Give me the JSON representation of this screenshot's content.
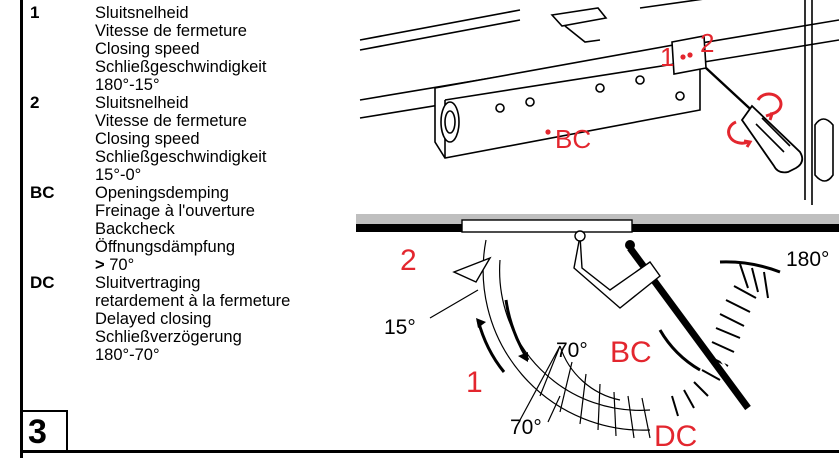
{
  "step_number": "3",
  "legend": [
    {
      "key": "1",
      "lines": [
        "Sluitsnelheid",
        "Vitesse de fermeture",
        "Closing speed",
        "Schließgeschwindigkeit",
        "180°-15°"
      ]
    },
    {
      "key": "2",
      "lines": [
        "Sluitsnelheid",
        "Vitesse de fermeture",
        "Closing speed",
        "Schließgeschwindigkeit",
        "15°-0°"
      ]
    },
    {
      "key": "BC",
      "lines": [
        "Openingsdemping",
        "Freinage à l'ouverture",
        "Backcheck",
        "Öffnungsdämpfung"
      ],
      "threshold_symbol": ">",
      "threshold_value": " 70°"
    },
    {
      "key": "DC",
      "lines": [
        "Sluitvertraging",
        "retardement à la fermeture",
        "Delayed closing",
        "Schließverzögerung",
        "180°-70°"
      ]
    }
  ],
  "top_illustration": {
    "valve_label_1": "1",
    "valve_label_2": "2",
    "valve_label_bc": "BC"
  },
  "bottom_illustration": {
    "label_2": "2",
    "label_15": "15°",
    "label_1": "1",
    "label_70_inner": "70°",
    "label_70_lower": "70°",
    "label_bc": "BC",
    "label_dc": "DC",
    "label_180": "180°"
  },
  "colors": {
    "accent_red": "#e3262e",
    "ink": "#000000"
  }
}
